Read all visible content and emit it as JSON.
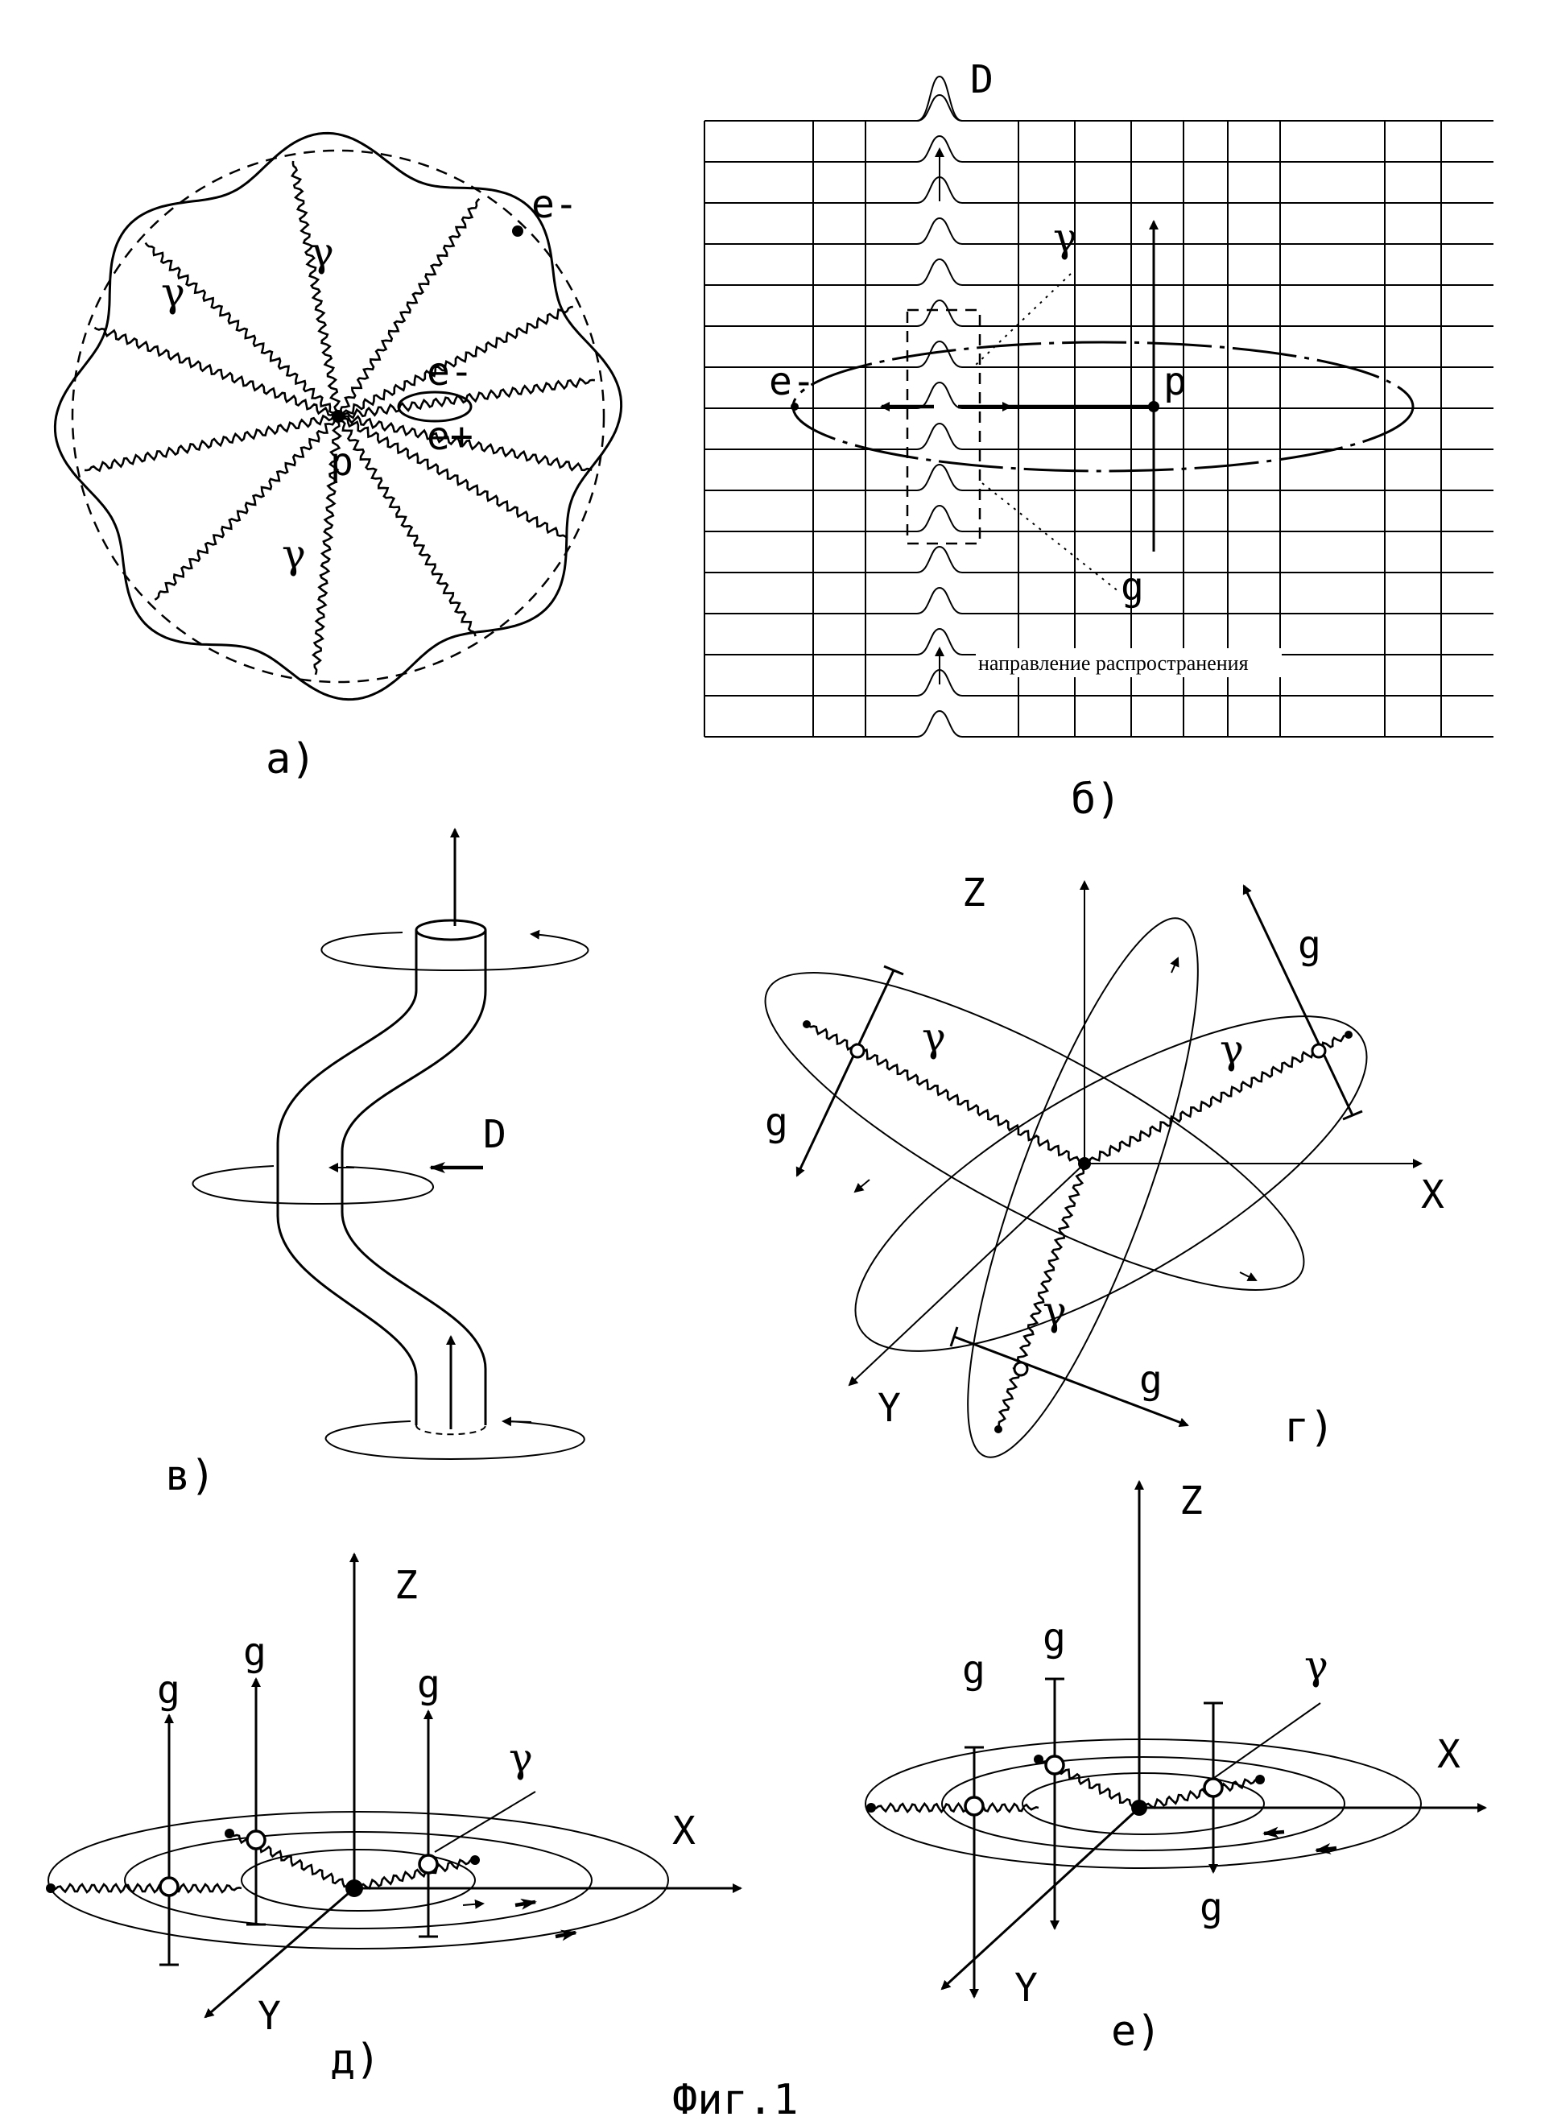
{
  "figure": {
    "caption": "Фиг.1"
  },
  "panel_a": {
    "label": "а)",
    "electron_outer": "e-",
    "electron_pair_minus": "e-",
    "electron_pair_plus": "e+",
    "proton": "p",
    "gamma_1": "γ",
    "gamma_2": "γ",
    "gamma_3": "γ"
  },
  "panel_b": {
    "label": "б)",
    "wave": "D",
    "gamma": "γ",
    "electron": "e-",
    "proton": "p",
    "graviton": "g",
    "propagation_text": "направление распространения"
  },
  "panel_v": {
    "label": "в)",
    "wave": "D"
  },
  "panel_g": {
    "label": "г)",
    "axis_z": "Z",
    "axis_x": "X",
    "axis_y": "Y",
    "graviton_1": "g",
    "graviton_2": "g",
    "graviton_3": "g",
    "gamma_1": "γ",
    "gamma_2": "γ",
    "gamma_3": "γ"
  },
  "panel_d": {
    "label": "д)",
    "axis_z": "Z",
    "axis_x": "X",
    "axis_y": "Y",
    "graviton_1": "g",
    "graviton_2": "g",
    "graviton_3": "g",
    "gamma": "γ"
  },
  "panel_e": {
    "label": "е)",
    "axis_z": "Z",
    "axis_x": "X",
    "axis_y": "Y",
    "graviton_1": "g",
    "graviton_2": "g",
    "graviton_3": "g",
    "gamma": "γ"
  }
}
